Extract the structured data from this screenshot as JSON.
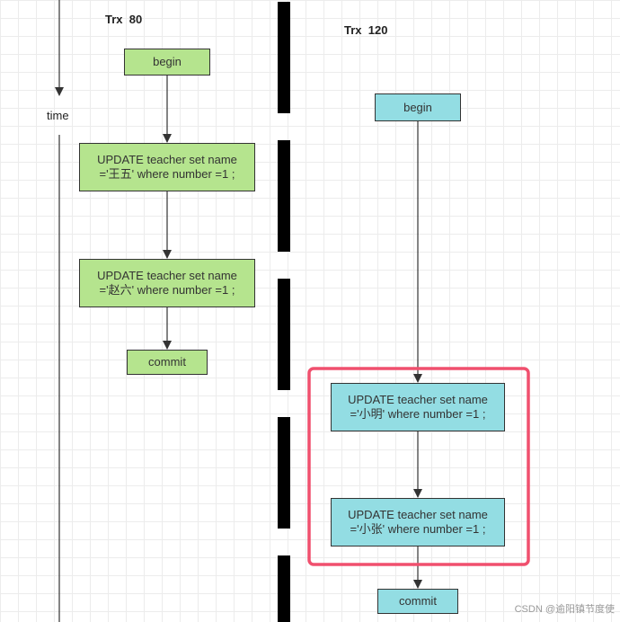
{
  "time_label": "time",
  "trx80": {
    "title": "Trx  80",
    "begin": "begin",
    "update1": "UPDATE  teacher  set name ='王五' where number =1 ;",
    "update2": "UPDATE  teacher  set name ='赵六' where number =1 ;",
    "commit": "commit"
  },
  "trx120": {
    "title": "Trx  120",
    "begin": "begin",
    "update1": "UPDATE  teacher  set name ='小明' where number =1 ;",
    "update2": "UPDATE  teacher  set name ='小张' where number =1 ;",
    "commit": "commit"
  },
  "watermark": "CSDN @逾阳镇节度使",
  "colors": {
    "trx80_fill": "#b5e48e",
    "trx120_fill": "#93dde3",
    "highlight": "#f0506e",
    "divider": "#000000"
  }
}
